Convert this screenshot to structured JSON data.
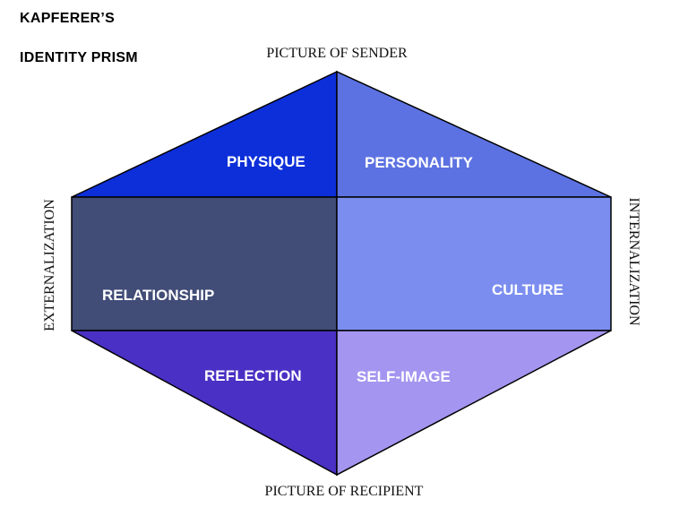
{
  "title": {
    "line1": "KAPFERER’S",
    "line2": "IDENTITY PRISM"
  },
  "axes": {
    "top": "PICTURE OF SENDER",
    "bottom": "PICTURE OF RECIPIENT",
    "left": "EXTERNALIZATION",
    "right": "INTERNALIZATION"
  },
  "facets": {
    "physique": {
      "label": "PHYSIQUE",
      "color": "#0c2fd9"
    },
    "personality": {
      "label": "PERSONALITY",
      "color": "#5c72e2"
    },
    "relationship": {
      "label": "RELATIONSHIP",
      "color": "#414c77"
    },
    "culture": {
      "label": "CULTURE",
      "color": "#7b8ef0"
    },
    "reflection": {
      "label": "REFLECTION",
      "color": "#4a30c4"
    },
    "self_image": {
      "label": "SELF-IMAGE",
      "color": "#a495f0"
    }
  }
}
